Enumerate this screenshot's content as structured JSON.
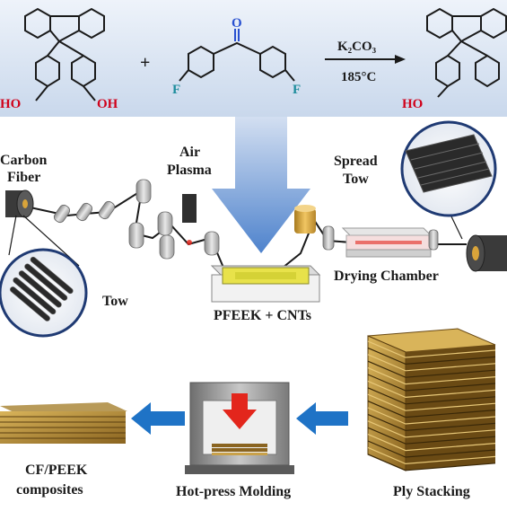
{
  "reaction": {
    "reactant1_oh_left": "HO",
    "reactant1_oh_right": "OH",
    "plus": "+",
    "carbonyl_o": "O",
    "fluorine_left": "F",
    "fluorine_right": "F",
    "reagent": "K₂CO₃",
    "temperature": "185°C",
    "product_oh": "HO"
  },
  "process": {
    "carbon_fiber_line1": "Carbon",
    "carbon_fiber_line2": "Fiber",
    "air_plasma_line1": "Air",
    "air_plasma_line2": "Plasma",
    "spread_tow_line1": "Spread",
    "spread_tow_line2": "Tow",
    "tow": "Tow",
    "bath": "PFEEK + CNTs",
    "drying": "Drying Chamber"
  },
  "bottom": {
    "composites_line1": "CF/PEEK",
    "composites_line2": "composites",
    "molding": "Hot-press Molding",
    "stacking": "Ply Stacking"
  },
  "colors": {
    "reaction_band": "#d9e4f2",
    "oxygen_red": "#d0021b",
    "fluorine_teal": "#1c8c9c",
    "carbonyl_blue": "#2850d0",
    "flow_arrow_blue": "#1f73c6",
    "press_arrow_red": "#e3261c",
    "bath_yellow": "#e8e24a",
    "roller_gold": "#d9a43a"
  }
}
